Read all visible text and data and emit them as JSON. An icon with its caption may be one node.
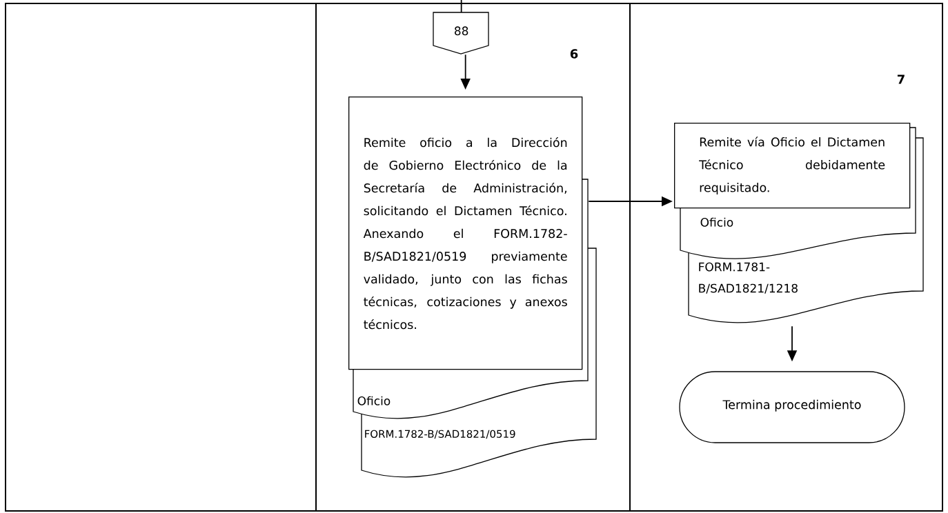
{
  "diagram": {
    "nodes": [
      {
        "text": [
          "88"
        ]
      },
      {
        "text": [
          "Remite oficio a la Dirección de Gobierno Electrónico de la Secretaría de Administración, solicitando el Dictamen Técnico. Anexando el FORM.1782-B/SAD1821/0519 previamente validado, junto con las fichas técnicas, cotizaciones y anexos técnicos."
        ]
      },
      {
        "text": [
          "Oficio"
        ]
      },
      {
        "text": [
          "FORM.1782-B/SAD1821/0519"
        ]
      },
      {
        "text": [
          "Remite vía Oficio el Dictamen Técnico debidamente requisitado."
        ]
      },
      {
        "text": [
          "Oficio"
        ]
      },
      {
        "text": [
          "FORM.1781-B/SAD1821/1218"
        ]
      },
      {
        "text": [
          "Termina procedimiento"
        ]
      }
    ],
    "edges": [
      {
        "from": null,
        "to": 0,
        "arrow": "none"
      },
      {
        "from": 0,
        "to": 1,
        "arrow": "to"
      },
      {
        "from": 1,
        "to": 4,
        "arrow": "to"
      },
      {
        "from": 6,
        "to": 7,
        "arrow": "to"
      }
    ],
    "labels": [
      "6",
      "7"
    ]
  }
}
